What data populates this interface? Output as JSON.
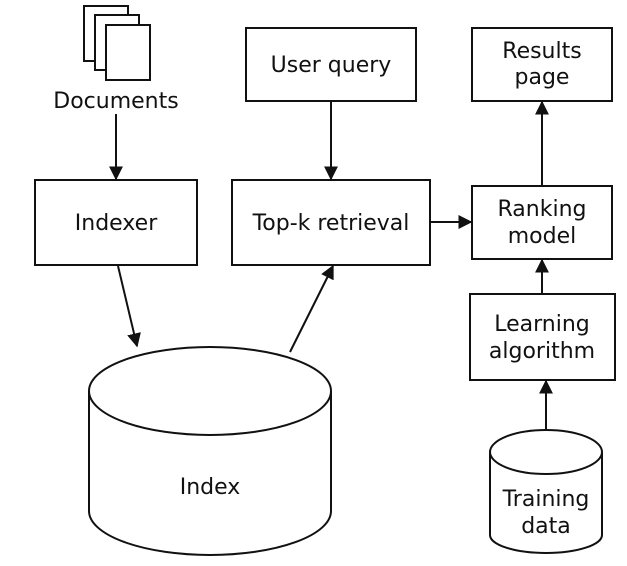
{
  "nodes": {
    "documents": "Documents",
    "indexer": "Indexer",
    "index": "Index",
    "user_query": "User query",
    "topk": "Top-k retrieval",
    "results": [
      "Results",
      "page"
    ],
    "ranking": [
      "Ranking",
      "model"
    ],
    "learning": [
      "Learning",
      "algorithm"
    ],
    "training": [
      "Training",
      "data"
    ]
  },
  "icons": {
    "documents": "document-stack-icon"
  },
  "edges": [
    {
      "from": "documents",
      "to": "indexer"
    },
    {
      "from": "indexer",
      "to": "index"
    },
    {
      "from": "index",
      "to": "topk"
    },
    {
      "from": "user_query",
      "to": "topk"
    },
    {
      "from": "topk",
      "to": "ranking"
    },
    {
      "from": "ranking",
      "to": "results"
    },
    {
      "from": "learning",
      "to": "ranking"
    },
    {
      "from": "training",
      "to": "learning"
    }
  ]
}
